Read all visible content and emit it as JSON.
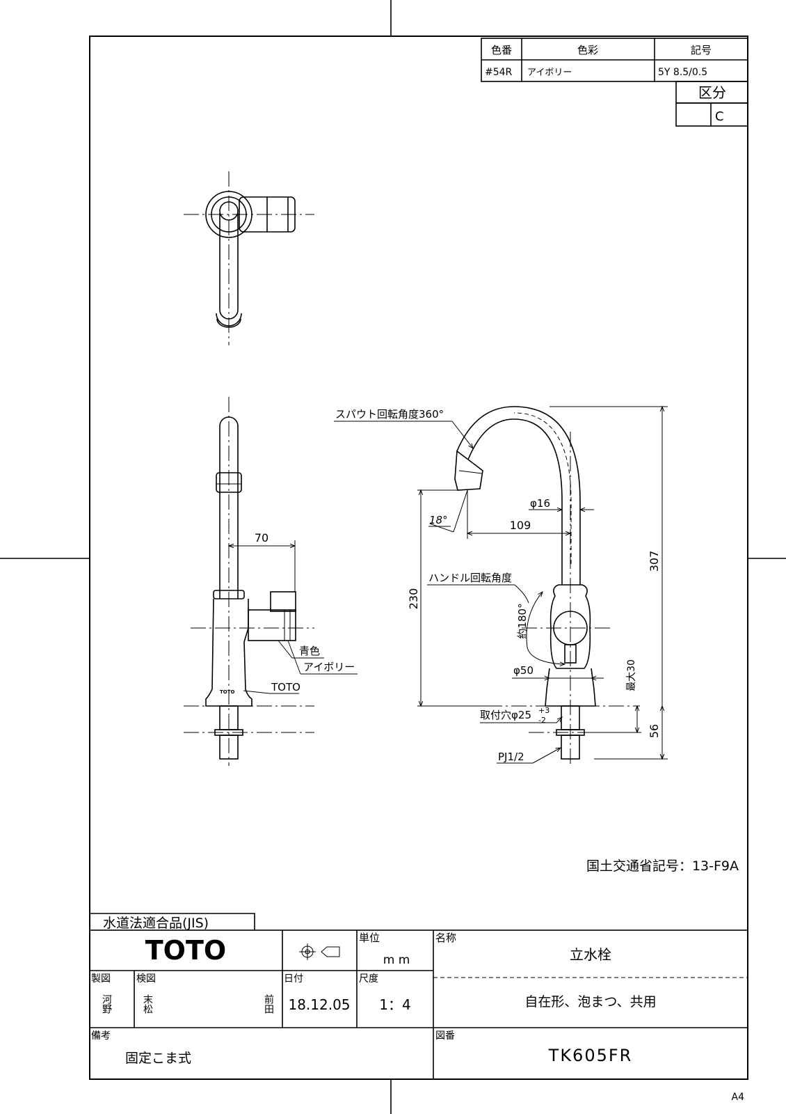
{
  "color_table": {
    "headers": [
      "色番",
      "色彩",
      "記号"
    ],
    "row": [
      "#54R",
      "アイボリー",
      "5Y 8.5/0.5"
    ],
    "kubun_label": "区分",
    "kubun_value": "C"
  },
  "annotations": {
    "spout_rotation": "スパウト回転角度360°",
    "handle_rotation": "ハンドル回転角度",
    "approx_180": "約180°",
    "blue": "青色",
    "ivory": "アイボリー",
    "toto_mark": "TOTO",
    "mounting_hole": "取付穴φ25",
    "tol_plus": "+3",
    "tol_minus": "-2",
    "pj": "PJ1/2",
    "max30": "最大30"
  },
  "dimensions": {
    "d70": "70",
    "d16": "φ16",
    "d109": "109",
    "d18": "18°",
    "d230": "230",
    "d307": "307",
    "d50": "φ50",
    "d56": "56"
  },
  "mlit_code": "国土交通省記号：13-F9A",
  "jis_label": "水道法適合品(JIS)",
  "title_block": {
    "logo": "TOTO",
    "unit_label": "単位",
    "unit_value": "m m",
    "name_label": "名称",
    "name_value": "立水栓",
    "drawn_label": "製図",
    "drawn_name": "河野",
    "checked_label": "検図",
    "checked_name1": "末松",
    "checked_name2": "前田",
    "date_label": "日付",
    "date_value": "18.12.05",
    "scale_label": "尺度",
    "scale_value": "1：4",
    "description": "自在形、泡まつ、共用",
    "notes_label": "備考",
    "notes_value": "固定こま式",
    "drawing_no_label": "図番",
    "drawing_no_value": "TK605FR"
  },
  "paper_size": "A4"
}
